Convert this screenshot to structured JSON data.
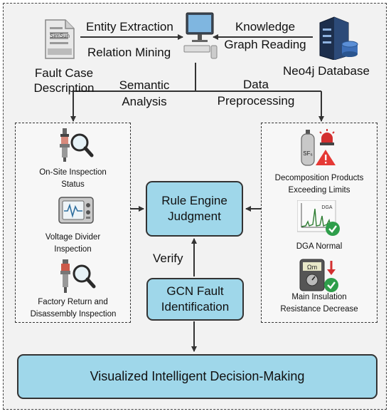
{
  "fault_case": {
    "label_line1": "Fault Case",
    "label_line2": "Description",
    "doc_text": "SimSun"
  },
  "entity_extraction": "Entity Extraction",
  "relation_mining": "Relation Mining",
  "knowledge_line1": "Knowledge",
  "knowledge_line2": "Graph Reading",
  "neo4j": "Neo4j Database",
  "semantic_line1": "Semantic",
  "semantic_line2": "Analysis",
  "data_line1": "Data",
  "data_line2": "Preprocessing",
  "left_panel": {
    "items": [
      {
        "line1": "On-Site Inspection",
        "line2": "Status"
      },
      {
        "line1": "Voltage Divider",
        "line2": "Inspection"
      },
      {
        "line1": "Factory Return and",
        "line2": "Disassembly Inspection"
      }
    ]
  },
  "right_panel": {
    "items": [
      {
        "line1": "Decomposition Products",
        "line2": "Exceeding Limits",
        "icon_text": "SF₆"
      },
      {
        "line1": "DGA Normal",
        "line2": "",
        "icon_text": "DGA"
      },
      {
        "line1": "Main Insulation",
        "line2": "Resistance Decrease",
        "icon_text": "Ωm"
      }
    ]
  },
  "rule_engine": {
    "line1": "Rule Engine",
    "line2": "Judgment"
  },
  "verify": "Verify",
  "gcn": {
    "line1": "GCN Fault",
    "line2": "Identification"
  },
  "visualized": "Visualized Intelligent Decision-Making",
  "colors": {
    "node_fill": "#9fd7ea",
    "arrow": "#333333",
    "frame_bg": "#f2f2f2"
  }
}
